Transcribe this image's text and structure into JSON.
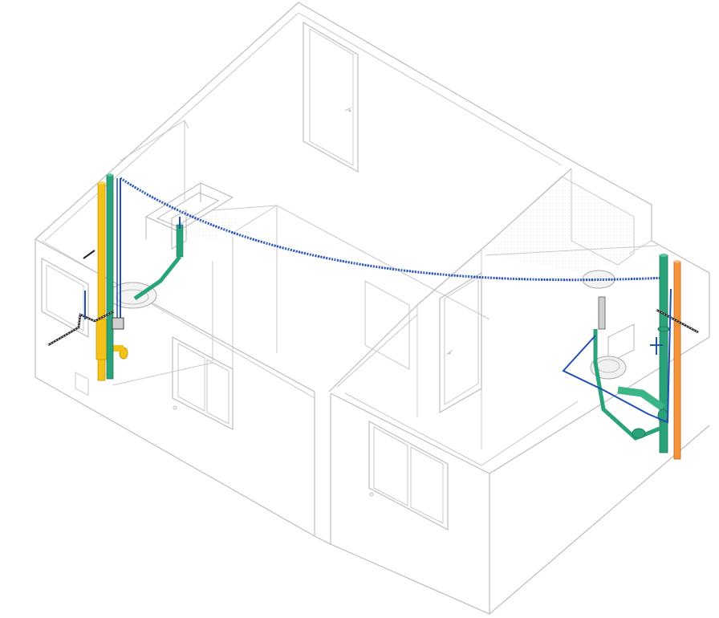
{
  "view": {
    "type": "isometric-3d-plumbing-model",
    "background": "#ffffff"
  },
  "colors": {
    "walls": "#c8c8c8",
    "cold_water_supply": "#1f4fb4",
    "drain_pipe": "#2aa37a",
    "gas_vent_pipe": "#f2c21b",
    "hot_water_riser": "#f2933a",
    "floor_hatch": "#d9d9d9"
  },
  "systems": [
    {
      "key": "cold_water_supply",
      "icon": "blue-pipe-icon"
    },
    {
      "key": "drain_pipe",
      "icon": "green-pipe-icon"
    },
    {
      "key": "gas_vent_pipe",
      "icon": "yellow-pipe-icon"
    },
    {
      "key": "hot_water_riser",
      "icon": "orange-pipe-icon"
    }
  ]
}
